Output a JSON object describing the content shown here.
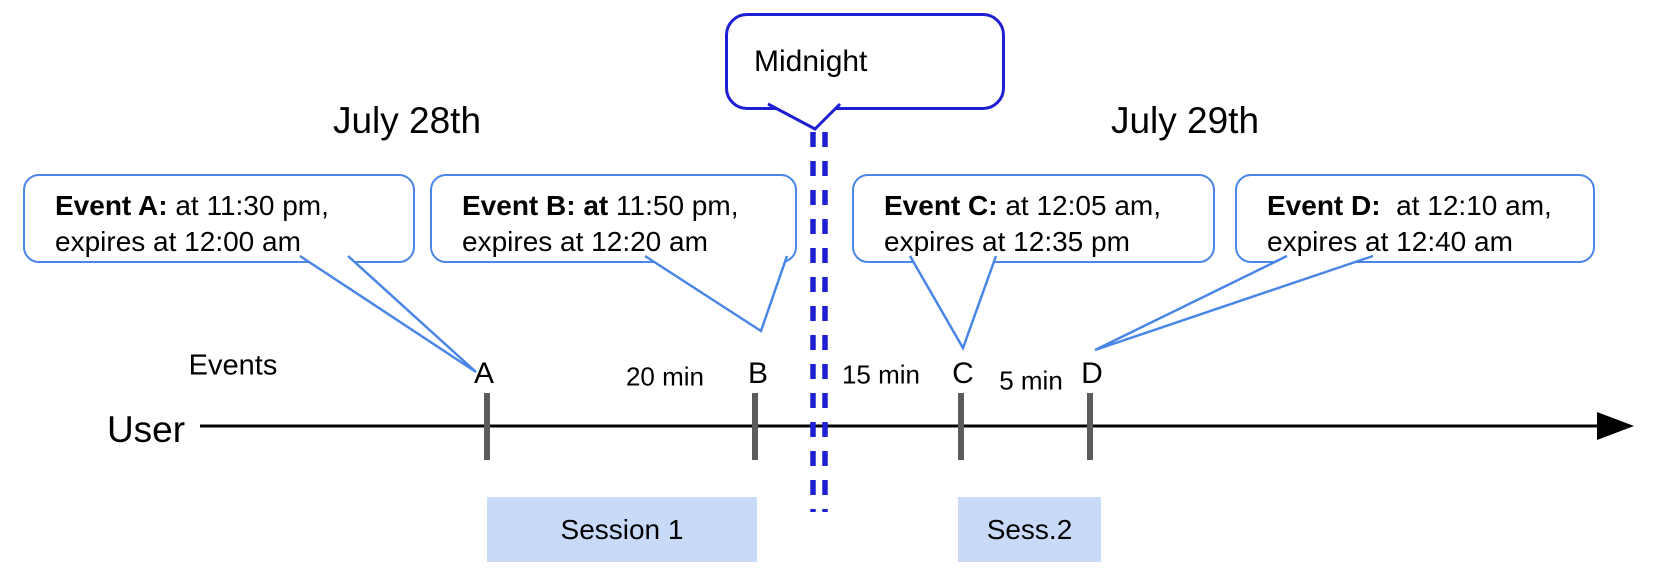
{
  "title_dates": {
    "july28": "July 28th",
    "july29": "July 29th"
  },
  "midnight": {
    "label": "Midnight"
  },
  "callouts": [
    {
      "id": "A",
      "bold": "Event A:",
      "line1": " at 11:30 pm,",
      "line2": "expires at 12:00 am"
    },
    {
      "id": "B",
      "bold": "Event B: at",
      "line1": " 11:50 pm,",
      "line2": "expires at 12:20 am"
    },
    {
      "id": "C",
      "bold": "Event C:",
      "line1": " at 12:05 am,",
      "line2": "expires at 12:35 pm"
    },
    {
      "id": "D",
      "bold": "Event D:",
      "line1": "  at 12:10 am,",
      "line2": "expires at 12:40 am"
    }
  ],
  "timeline": {
    "events_label": "Events",
    "user_label": "User",
    "tick_labels": [
      "A",
      "B",
      "C",
      "D"
    ],
    "gap_labels": [
      "20 min",
      "15 min",
      "5 min"
    ],
    "session_labels": [
      "Session 1",
      "Sess.2"
    ]
  },
  "colors": {
    "callout_border": "#4a86e8",
    "midnight_blue": "#1e1ed2",
    "session_fill": "#c9daf8",
    "tick_gray": "#5c5c5c",
    "text_black": "#000000"
  }
}
